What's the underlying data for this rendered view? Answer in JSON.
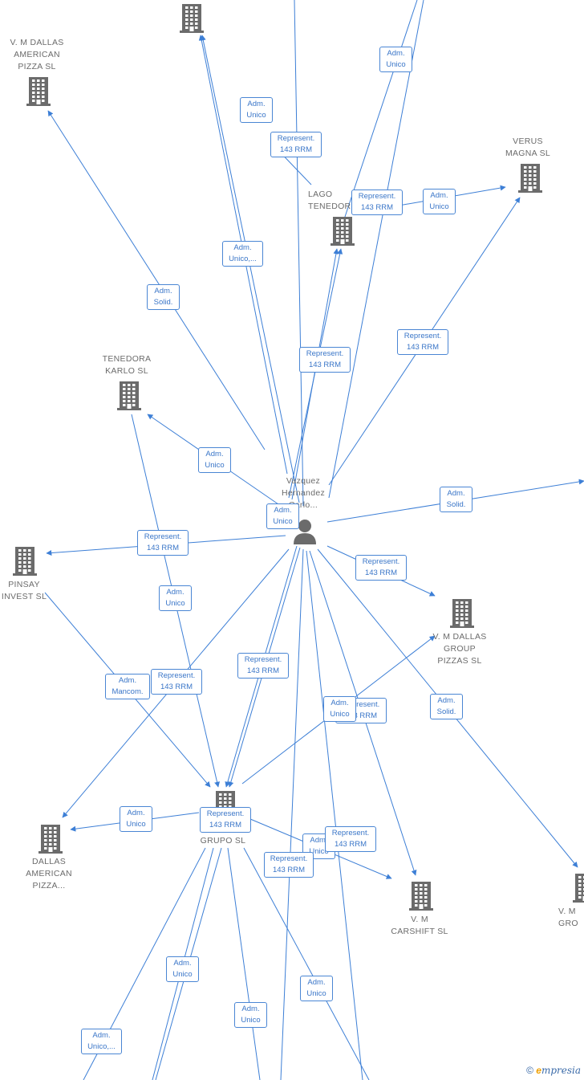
{
  "colors": {
    "edge": "#3d7fd6",
    "icon": "#6b6b6b",
    "label_text": "#3a76c8"
  },
  "center_person": {
    "label": "Vazquez\nHernandez\nCarlo...",
    "icon": "person-icon"
  },
  "companies": [
    {
      "id": "top-company",
      "label": ""
    },
    {
      "id": "vm-dallas-american-pizza",
      "label": "V. M DALLAS\nAMERICAN\nPIZZA  SL"
    },
    {
      "id": "lago-tenedora",
      "label": "LAGO\nTENEDOR"
    },
    {
      "id": "verus-magna",
      "label": "VERUS\nMAGNA  SL"
    },
    {
      "id": "tenedora-karlo",
      "label": "TENEDORA\nKARLO  SL"
    },
    {
      "id": "pinsay-invest",
      "label": "PINSAY\nINVEST  SL"
    },
    {
      "id": "vm-dallas-group-pizzas",
      "label": "V. M DALLAS\nGROUP\nPIZZAS  SL"
    },
    {
      "id": "grupo",
      "label": "GRUPO  SL"
    },
    {
      "id": "dallas-american-pizza",
      "label": "DALLAS\nAMERICAN\nPIZZA..."
    },
    {
      "id": "vm-carshift",
      "label": "V. M\nCARSHIFT  SL"
    },
    {
      "id": "vm-gro",
      "label": "V. M\nGRO"
    }
  ],
  "edge_labels": [
    "Adm.\nUnico",
    "Adm.\nUnico",
    "Represent.\n143 RRM",
    "Represent.\n143 RRM",
    "Adm.\nUnico",
    "Adm.\nUnico,...",
    "Adm.\nSolid.",
    "Represent.\n143 RRM",
    "Represent.\n143 RRM",
    "Adm.\nUnico",
    "Adm.\nSolid.",
    "Adm.\nUnico",
    "Represent.\n143 RRM",
    "Represent.\n143 RRM",
    "Adm.\nUnico",
    "Represent.\n143 RRM",
    "Adm.\nMancom.",
    "Represent.\n143 RRM",
    "Represent.\n143 RRM",
    "Adm.\nUnico",
    "Adm.\nSolid.",
    "Adm.\nUnico",
    "Represent.\n143 RRM",
    "Adm.\nUnico",
    "Represent.\n143 RRM",
    "Represent.\n143 RRM",
    "Adm.\nUnico",
    "Adm.\nUnico",
    "Adm.\nUnico",
    "Adm.\nUnico,..."
  ],
  "footer": {
    "copyright_symbol": "©",
    "brand_initial": "e",
    "brand_rest": "mpresia"
  }
}
